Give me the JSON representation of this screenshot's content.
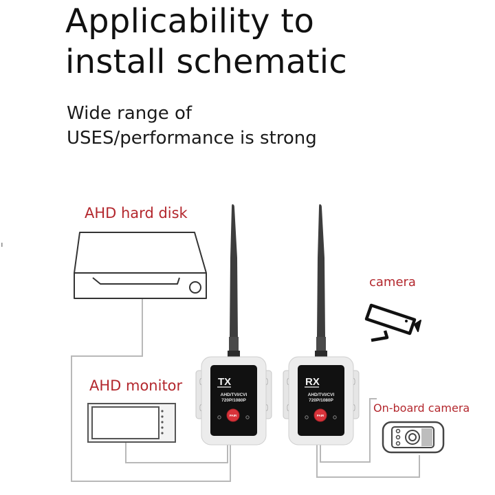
{
  "header": {
    "title_line1": "Applicability to",
    "title_line2": "install schematic",
    "subtitle_line1": "Wide range of",
    "subtitle_line2": "USES/performance is strong"
  },
  "labels": {
    "hard_disk": "AHD hard disk",
    "monitor": "AHD monitor",
    "camera": "camera",
    "onboard_camera": "On-board camera"
  },
  "transmitter": {
    "name": "TX",
    "formats": "AHD/TVI/CVI",
    "resolution": "720P/1080P",
    "button": "PAIR"
  },
  "receiver": {
    "name": "RX",
    "formats": "AHD/TVI/CVI",
    "resolution": "720P/1080P",
    "button": "PAIR"
  },
  "colors": {
    "label_red": "#b3272d",
    "line_gray": "#b5b5b5",
    "device_black": "#111111",
    "pair_red": "#d8333a"
  }
}
